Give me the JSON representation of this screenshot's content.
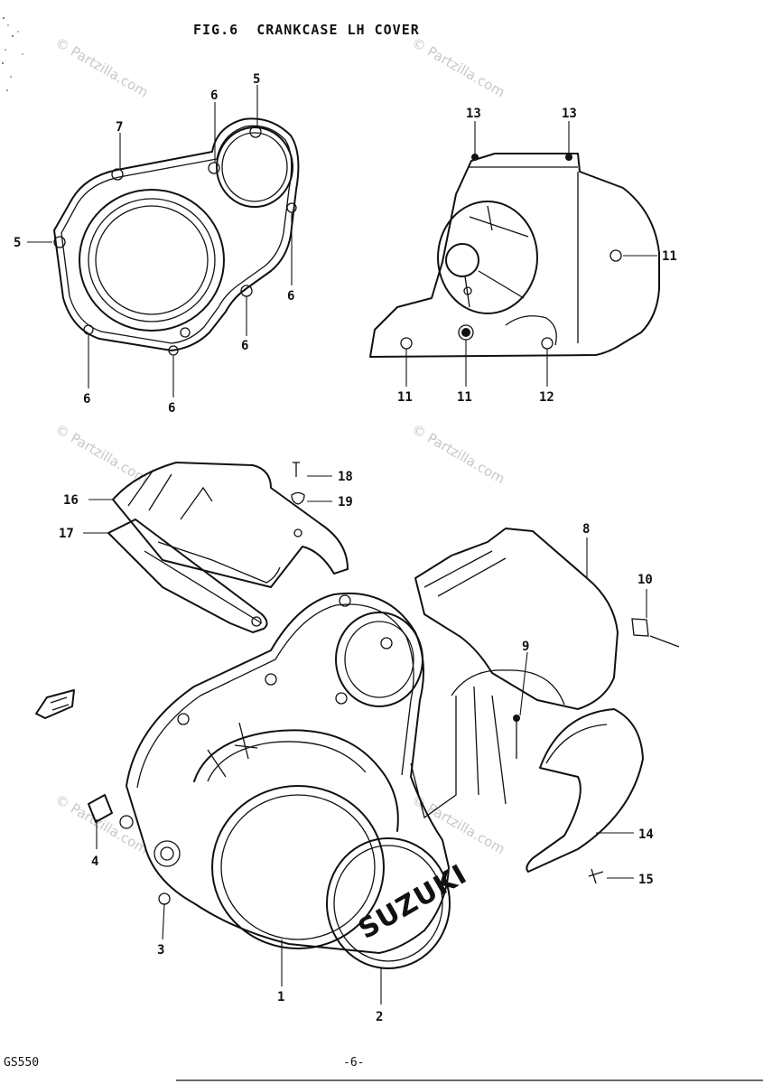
{
  "figure": {
    "title": "FIG.6  CRANKCASE LH COVER",
    "model": "GS550",
    "page": "-6-",
    "logo_text": "SUZUKI",
    "watermark": "© Partzilla.com"
  },
  "callouts": [
    {
      "id": "c5a",
      "label": "5"
    },
    {
      "id": "c6a",
      "label": "6"
    },
    {
      "id": "c7",
      "label": "7"
    },
    {
      "id": "c5b",
      "label": "5"
    },
    {
      "id": "c6b",
      "label": "6"
    },
    {
      "id": "c6c",
      "label": "6"
    },
    {
      "id": "c6d",
      "label": "6"
    },
    {
      "id": "c6e",
      "label": "6"
    },
    {
      "id": "c13a",
      "label": "13"
    },
    {
      "id": "c13b",
      "label": "13"
    },
    {
      "id": "c11a",
      "label": "11"
    },
    {
      "id": "c11b",
      "label": "11"
    },
    {
      "id": "c11c",
      "label": "11"
    },
    {
      "id": "c12",
      "label": "12"
    },
    {
      "id": "c18",
      "label": "18"
    },
    {
      "id": "c16",
      "label": "16"
    },
    {
      "id": "c19",
      "label": "19"
    },
    {
      "id": "c17",
      "label": "17"
    },
    {
      "id": "c8",
      "label": "8"
    },
    {
      "id": "c10",
      "label": "10"
    },
    {
      "id": "c9",
      "label": "9"
    },
    {
      "id": "c4",
      "label": "4"
    },
    {
      "id": "c14",
      "label": "14"
    },
    {
      "id": "c15",
      "label": "15"
    },
    {
      "id": "c3",
      "label": "3"
    },
    {
      "id": "c1",
      "label": "1"
    },
    {
      "id": "c2",
      "label": "2"
    }
  ]
}
